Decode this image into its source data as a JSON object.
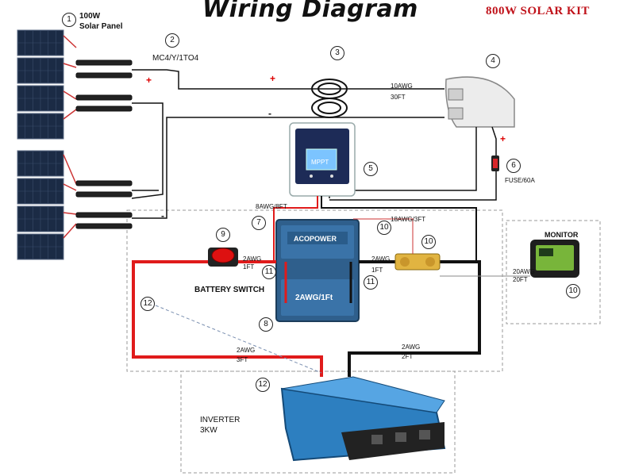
{
  "title": "Wiring Diagram",
  "kit_label": "800W SOLAR KIT",
  "panel_label": {
    "line1": "100W",
    "line2": "Solar Panel"
  },
  "branch_label": "MC4/Y/1TO4",
  "cable_10awg": {
    "gauge": "10AWG",
    "length": "30FT"
  },
  "fuse_label": "FUSE/60A",
  "controller_cable": "8AWG/8FT",
  "cable_18awg": "18AWG/3FT",
  "battery_brand": "ACOPOWER",
  "battery_jumper": "2AWG/1Ft",
  "battery_switch_label": "BATTERY SWITCH",
  "switch_cable": {
    "gauge": "2AWG",
    "length": "1FT"
  },
  "shunt_cable": {
    "gauge": "2AWG",
    "length": "1FT"
  },
  "monitor_label": "MONITOR",
  "monitor_cable": {
    "gauge": "20AWG",
    "length": "20FT"
  },
  "inverter_pos_cable": {
    "gauge": "2AWG",
    "length": "3FT"
  },
  "inverter_neg_cable": {
    "gauge": "2AWG",
    "length": "2FT"
  },
  "inverter_label": {
    "line1": "INVERTER",
    "line2": "3KW"
  },
  "controller_text": "MPPT",
  "signs": {
    "plus": "+",
    "minus": "-"
  },
  "numbers": [
    "1",
    "2",
    "3",
    "4",
    "5",
    "6",
    "7",
    "8",
    "9",
    "10",
    "11",
    "12"
  ],
  "colors": {
    "positive": "#e01b1b",
    "negative": "#111111",
    "battery": "#2f5f8c",
    "inverter": "#2d7fc0",
    "kit": "#c0121a"
  }
}
